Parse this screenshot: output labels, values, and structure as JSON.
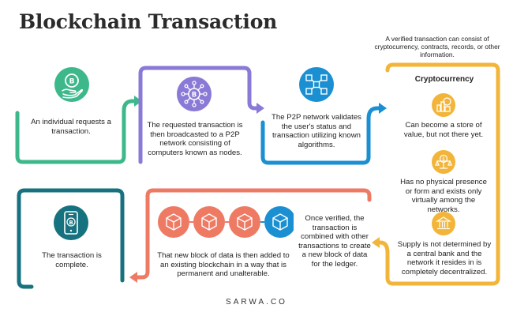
{
  "title": "Blockchain Transaction",
  "note": "A verified transaction can consist of cryptocurrency, contracts, records, or other information.",
  "footer": "SARWA.CO",
  "steps": [
    {
      "text": "An individual requests a transaction.",
      "icon": "hand-coin-icon"
    },
    {
      "text": "The requested transaction is then broadcasted to a P2P network consisting of computers known as nodes.",
      "icon": "network-nodes-icon"
    },
    {
      "text": "The P2P network validates the user's status and transaction utilizing known algorithms.",
      "icon": "connected-blocks-icon"
    },
    {
      "text": "Once verified, the transaction is combined with other transactions to create a new block of data for the ledger.",
      "icon": ""
    },
    {
      "text": "That new block of data is then added to an existing blockchain in a way that is permanent and unalterable.",
      "icon": "cube-chain-icon"
    },
    {
      "text": "The transaction is complete.",
      "icon": "mobile-coin-icon"
    }
  ],
  "crypto": {
    "heading": "Cryptocurrency",
    "items": [
      {
        "text": "Can become a store of value, but not there yet.",
        "icon": "coin-stack-icon"
      },
      {
        "text": "Has no physical presence or form and exists only virtually among the networks.",
        "icon": "dollar-scale-icon"
      },
      {
        "text": "Supply is not determined by a central bank and the network it resides in is completely decentralized.",
        "icon": "bank-icon"
      }
    ]
  },
  "colors": {
    "green": "#3db88b",
    "purple": "#8a79d6",
    "blue": "#1a8fd1",
    "yellow": "#f2b53a",
    "coral": "#ee7a64",
    "teal": "#17727f"
  }
}
